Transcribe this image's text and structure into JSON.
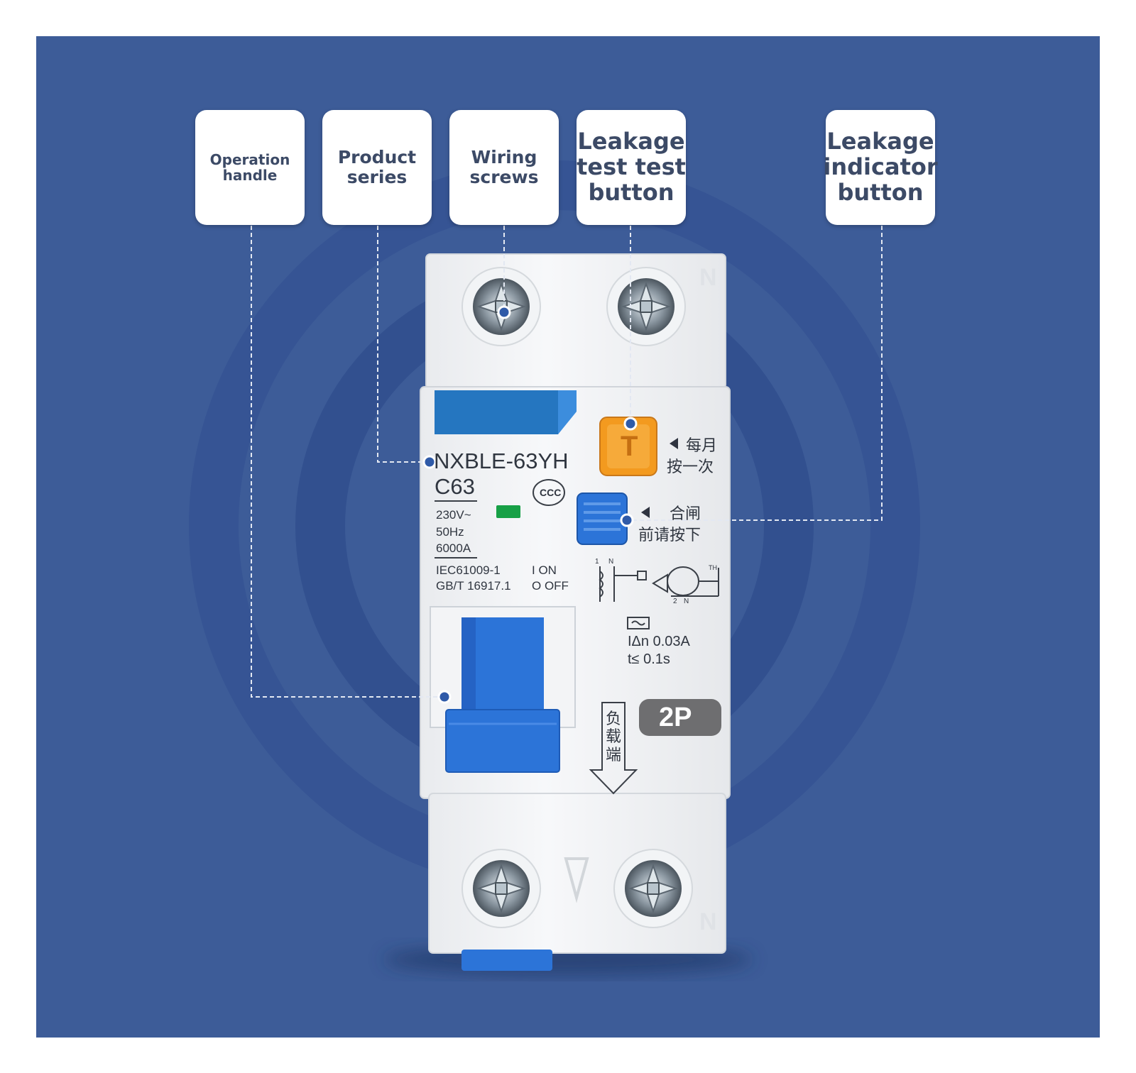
{
  "callouts": {
    "operation_handle": "Operation\nhandle",
    "product_series": "Product\nseries",
    "wiring_screws": "Wiring\nscrews",
    "leakage_test_button": "Leakage\ntest test\nbutton",
    "leakage_indicator_button": "Leakage\nindicator\nbutton"
  },
  "breaker": {
    "model": "NXBLE-63YH",
    "rating": "C63",
    "voltage": "230V~",
    "frequency": "50Hz",
    "breaking_capacity": "6000A",
    "standard_1": "IEC61009-1",
    "standard_2": "GB/T 16917.1",
    "on_label": "I  ON",
    "off_label": "O OFF",
    "cert_mark": "CCC",
    "test_button_letter": "T",
    "test_note_line1": "每月",
    "test_note_line2": "按一次",
    "reset_note_line1": "合闸",
    "reset_note_line2": "前请按下",
    "residual_current": "IΔn  0.03A",
    "trip_time": "t≤ 0.1s",
    "poles": "2P",
    "load_side": "负载端",
    "neutral_top": "N",
    "neutral_bottom": "N",
    "terminal_1": "1",
    "terminal_n_top": "N",
    "terminal_2": "2",
    "terminal_n_bottom": "N",
    "test_symbol": "TH"
  },
  "colors": {
    "background": "#3d5c98",
    "rings": "#355290",
    "handle_blue": "#2c74d8",
    "test_button_orange": "#f39a1f",
    "indicator_green": "#17a046",
    "leader_line": "#dfe6f2",
    "dot": "#2f5aa8"
  }
}
